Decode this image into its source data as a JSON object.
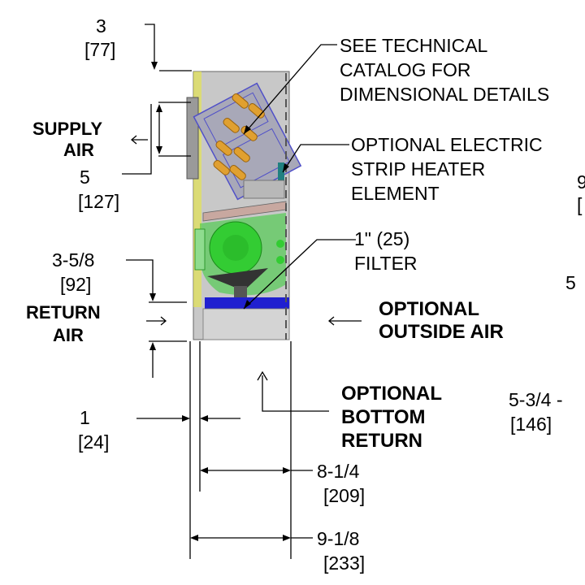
{
  "callouts": {
    "technical": [
      "SEE TECHNICAL",
      "CATALOG FOR",
      "DIMENSIONAL DETAILS"
    ],
    "heater": [
      "OPTIONAL ELECTRIC",
      "STRIP HEATER",
      "ELEMENT"
    ],
    "filter": [
      "1\"  (25)",
      "FILTER"
    ]
  },
  "airflow": {
    "supply": [
      "SUPPLY",
      "AIR"
    ],
    "return": [
      "RETURN",
      "AIR"
    ],
    "outside": [
      "OPTIONAL",
      "OUTSIDE  AIR"
    ],
    "bottom": [
      "OPTIONAL",
      "BOTTOM",
      "RETURN"
    ]
  },
  "dimensions": {
    "top": {
      "value": "3",
      "metric": "[77]"
    },
    "supply_opening": {
      "value": "5",
      "metric": "[127]"
    },
    "return_offset": {
      "value": "3-5/8",
      "metric": "[92]"
    },
    "side_gap": {
      "value": "1",
      "metric": "[24]"
    },
    "inner_width": {
      "value": "8-1/4",
      "metric": "[209]"
    },
    "outer_width": {
      "value": "9-1/8",
      "metric": "[233]"
    },
    "right_a": {
      "value": "9",
      "metric": "["
    },
    "right_b": {
      "value": "5"
    },
    "right_c": {
      "value": "5-3/4 -",
      "metric": "[146]"
    }
  },
  "colors": {
    "cabinet": "#c8c8c8",
    "coil": "#5050c8",
    "fan": "#33cc33",
    "filter": "#2020d0",
    "heater": "#208080",
    "tube": "#e0a030",
    "strip": "#e8e840"
  }
}
